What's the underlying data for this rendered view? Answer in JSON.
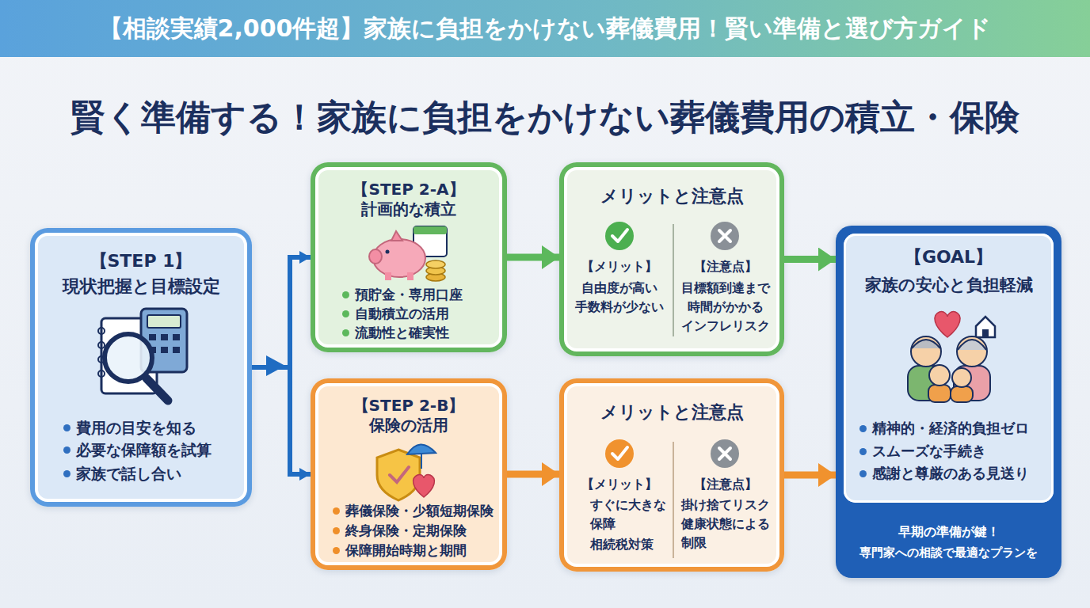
{
  "diagram": {
    "title": "賢く準備する！家族に負担をかけない葬儀費用の積立・保険",
    "nodes": [
      {
        "text": [
          "【STEP 1】",
          "現状把握と目標設定",
          "費用の目安を知る",
          "必要な保障額を試算",
          "家族で話し合い"
        ]
      },
      {
        "text": [
          "【STEP 2-A】",
          "計画的な積立",
          "預貯金・専用口座",
          "自動積立の活用",
          "流動性と確実性"
        ]
      },
      {
        "text": [
          "メリットと注意点",
          "【メリット】",
          "自由度が高い",
          "手数料が少ない",
          "【注意点】",
          "目標額到達まで 時間がかかる",
          "インフレリスク"
        ]
      },
      {
        "text": [
          "【STEP 2-B】",
          "保険の活用",
          "葬儀保険・少額短期保険",
          "終身保険・定期保険",
          "保障開始時期と期間"
        ]
      },
      {
        "text": [
          "メリットと注意点",
          "【メリット】",
          "すぐに大きな 保障",
          "相続税対策",
          "【注意点】",
          "掛け捨てリスク",
          "健康状態による 制限"
        ]
      },
      {
        "text": [
          "早期の準備が鍵！",
          "専門家への相談で最適なプランを"
        ]
      },
      {
        "text": [
          "【GOAL】",
          "家族の安心と負担軽減",
          "精神的・経済的負担ゼロ",
          "スムーズな手続き",
          "感謝と尊厳のある見送り"
        ],
        "in": 5
      }
    ],
    "edges": [
      {
        "from": 0,
        "to": 1,
        "arrow": "to"
      },
      {
        "from": 0,
        "to": 3,
        "arrow": "to"
      },
      {
        "from": 1,
        "to": 2,
        "arrow": "to"
      },
      {
        "from": 2,
        "to": 5,
        "arrow": "to"
      },
      {
        "from": 3,
        "to": 4,
        "arrow": "to"
      },
      {
        "from": 4,
        "to": 5,
        "arrow": "to"
      }
    ],
    "labels": [
      "【相談実績2,000件超】家族に負担をかけない葬儀費用！賢い準備と選び方ガイド"
    ]
  }
}
